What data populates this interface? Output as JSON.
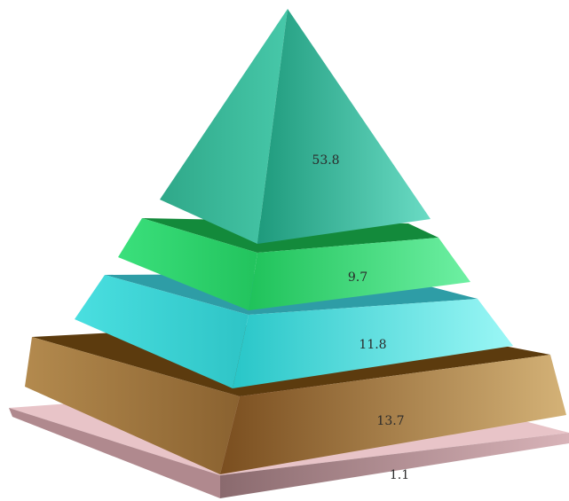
{
  "chart_data": {
    "type": "pyramid",
    "title": "",
    "layers_top_to_bottom": [
      {
        "label": "53.8",
        "value": 53.8,
        "color": "#3FC3A4"
      },
      {
        "label": "9.7",
        "value": 9.7,
        "color": "#2FD06A"
      },
      {
        "label": "11.8",
        "value": 11.8,
        "color": "#3ED3D3"
      },
      {
        "label": "13.7",
        "value": 13.7,
        "color": "#9B7336"
      },
      {
        "label": "1.1",
        "value": 1.1,
        "color": "#C9A3A8"
      }
    ]
  }
}
